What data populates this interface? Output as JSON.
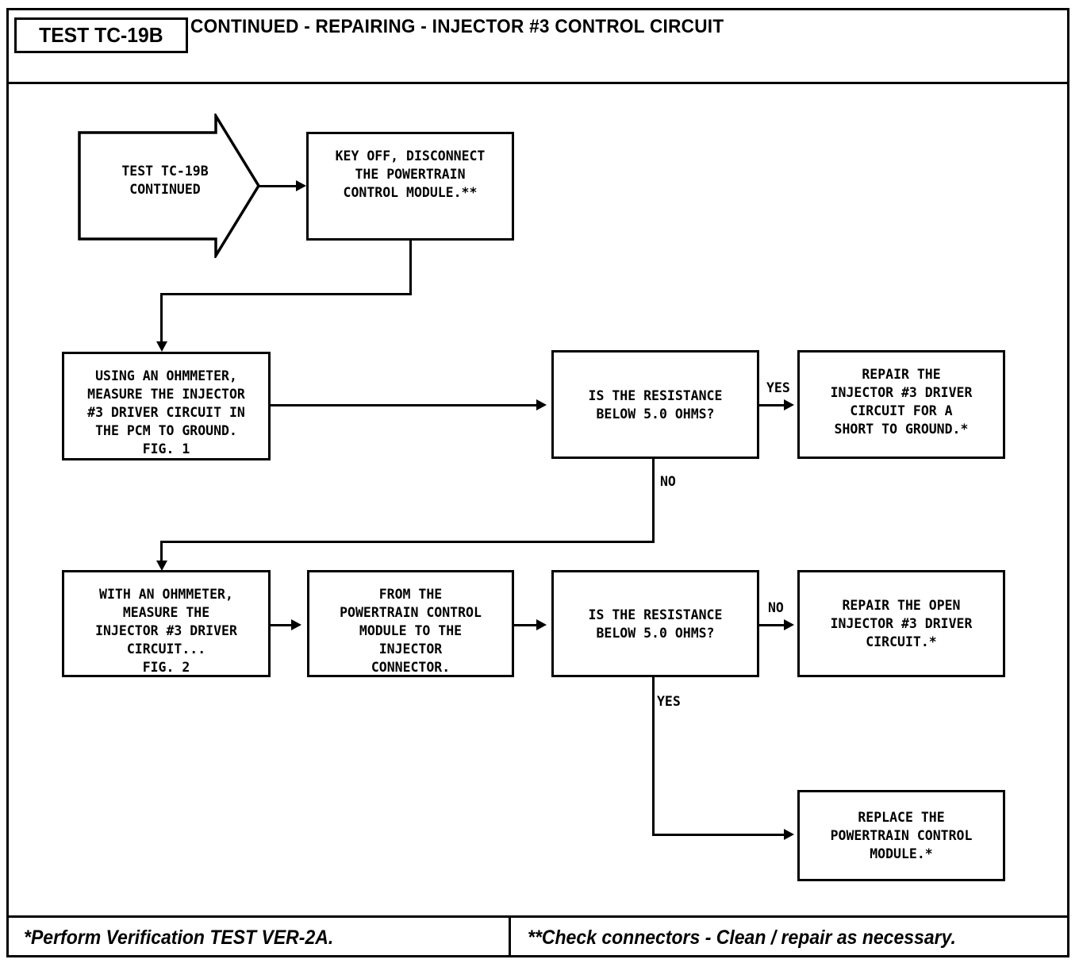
{
  "header": {
    "test_id": "TEST TC-19B",
    "title": "CONTINUED - REPAIRING - INJECTOR #3 CONTROL CIRCUIT"
  },
  "footer": {
    "note_left": "*Perform Verification TEST VER-2A.",
    "note_right": "**Check connectors - Clean / repair as necessary."
  },
  "flow": {
    "start": "TEST TC-19B\nCONTINUED",
    "key_off": "KEY OFF, DISCONNECT\nTHE POWERTRAIN\nCONTROL MODULE.**",
    "measure_ground": "USING AN OHMMETER,\nMEASURE THE INJECTOR\n#3 DRIVER CIRCUIT IN\nTHE PCM TO GROUND.\nFIG. 1",
    "decision_1": "IS THE RESISTANCE\nBELOW 5.0 OHMS?",
    "repair_short": "REPAIR THE\nINJECTOR #3 DRIVER\nCIRCUIT FOR A\nSHORT TO GROUND.*",
    "measure_open": "WITH AN OHMMETER,\nMEASURE THE\nINJECTOR #3 DRIVER\nCIRCUIT...\nFIG. 2",
    "from_pcm": "FROM THE\nPOWERTRAIN CONTROL\nMODULE TO THE\nINJECTOR\nCONNECTOR.",
    "decision_2": "IS THE RESISTANCE\nBELOW 5.0 OHMS?",
    "repair_open": "REPAIR THE OPEN\nINJECTOR #3 DRIVER\nCIRCUIT.*",
    "replace_pcm": "REPLACE THE\nPOWERTRAIN CONTROL\nMODULE.*"
  },
  "edges": {
    "yes_1": "YES",
    "no_1": "NO",
    "no_2": "NO",
    "yes_2": "YES"
  },
  "colors": {
    "ink": "#000000",
    "paper": "#ffffff"
  }
}
